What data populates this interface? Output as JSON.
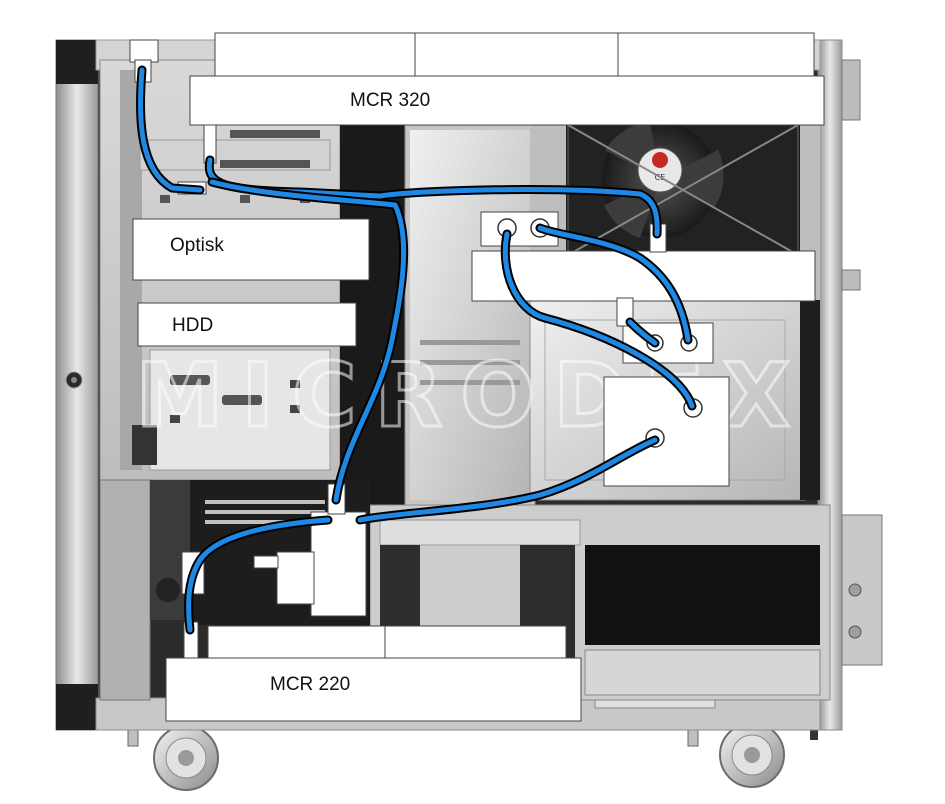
{
  "diagram": {
    "radiator_top_label": "MCR 320",
    "radiator_bottom_label": "MCR 220",
    "optical_drive_label": "Optisk",
    "hdd_label": "HDD",
    "watermark_text": "MICRODEX",
    "colors": {
      "tube": "#1e88e5",
      "tube_outline": "#000000",
      "case_frame": "#b9b9b9",
      "case_dark": "#2a2a2a",
      "panel": "#ffffff"
    }
  }
}
